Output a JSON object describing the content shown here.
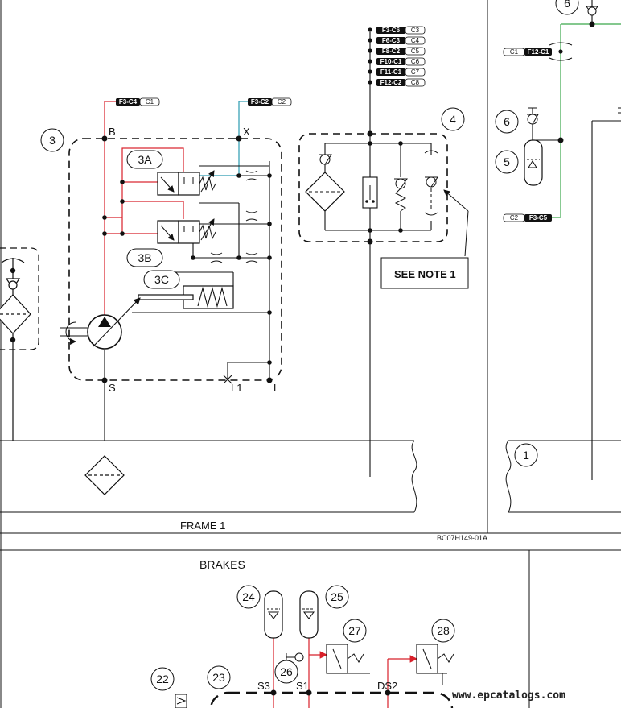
{
  "ports": {
    "b": "B",
    "x": "X",
    "s": "S",
    "l1": "L1",
    "l": "L",
    "s3": "S3",
    "s1": "S1",
    "ds2": "DS2"
  },
  "callouts": {
    "c1": "1",
    "c3": "3",
    "c3a": "3A",
    "c3b": "3B",
    "c3c": "3C",
    "c4": "4",
    "c5": "5",
    "c6a": "6",
    "c6b": "6",
    "c22": "22",
    "c23": "23",
    "c24": "24",
    "c25": "25",
    "c26": "26",
    "c27": "27",
    "c28": "28"
  },
  "connectors": {
    "b_dark": "F3-C4",
    "b_light": "C1",
    "x_dark": "F3-C2",
    "x_light": "C2",
    "stack": [
      {
        "dark": "F3-C6",
        "light": "C3"
      },
      {
        "dark": "F6-C3",
        "light": "C4"
      },
      {
        "dark": "F8-C2",
        "light": "C5"
      },
      {
        "dark": "F10-C1",
        "light": "C6"
      },
      {
        "dark": "F11-C1",
        "light": "C7"
      },
      {
        "dark": "F12-C2",
        "light": "C8"
      }
    ],
    "right_top_light": "C1",
    "right_top_dark": "F12-C1",
    "right_bottom_light": "C2",
    "right_bottom_dark": "F3-C5"
  },
  "note": "SEE NOTE 1",
  "frame_label": "FRAME 1",
  "drawing_code": "BC07H149-01A",
  "section_title": "BRAKES",
  "watermark": "www.epcatalogs.com",
  "colors": {
    "red": "#d8202a",
    "teal": "#2a9bb0",
    "green": "#3aa64a",
    "line": "#111111"
  }
}
